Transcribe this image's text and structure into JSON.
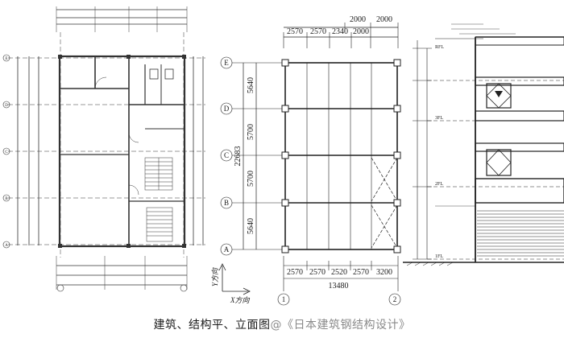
{
  "caption": {
    "text": "建筑、结构平、立面图",
    "source": "@《日本建筑钢结构设计》"
  },
  "structural_plan": {
    "top_dims_upper": [
      "2000",
      "2000"
    ],
    "top_dims_lower": [
      "2570",
      "2570",
      "2340",
      "2000"
    ],
    "bottom_dims": [
      "2570",
      "2570",
      "2520",
      "2570",
      "3200"
    ],
    "bottom_total": "13480",
    "left_dims": [
      "5640",
      "5700",
      "5700",
      "5640"
    ],
    "left_total": "22683",
    "row_axes": [
      "E",
      "D",
      "C",
      "B",
      "A"
    ],
    "col_axes": [
      "1",
      "2"
    ],
    "axis_labels": {
      "x": "X方向",
      "y": "Y方向"
    }
  },
  "floor_plan": {
    "row_axes": [
      "E",
      "D",
      "C",
      "B",
      "A"
    ]
  },
  "elevation": {
    "level_labels": [
      "RFL",
      "3FL",
      "2FL",
      "1FL"
    ]
  }
}
